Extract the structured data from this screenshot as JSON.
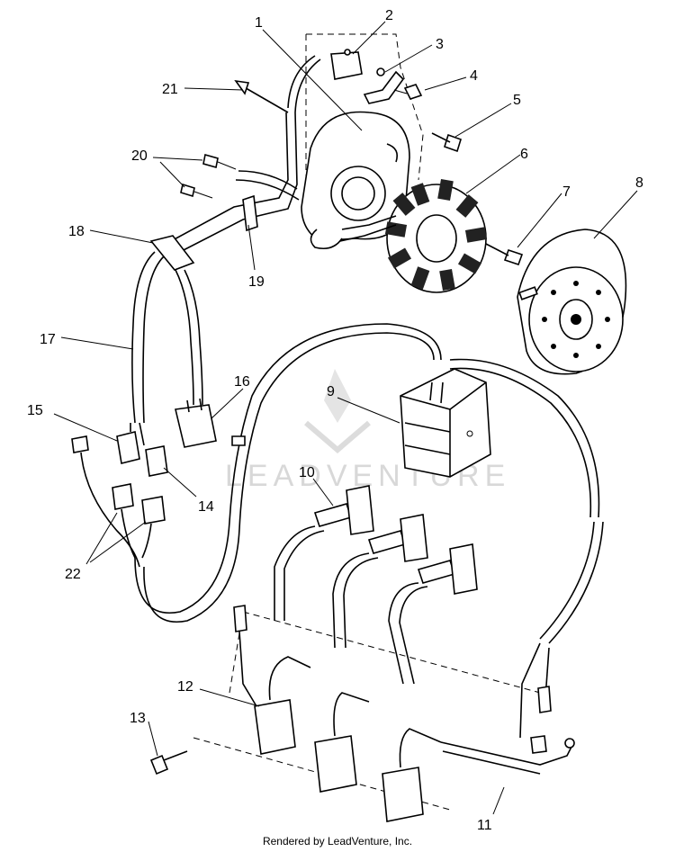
{
  "diagram": {
    "callouts": [
      {
        "id": "1",
        "label": "1"
      },
      {
        "id": "2",
        "label": "2"
      },
      {
        "id": "3",
        "label": "3"
      },
      {
        "id": "4",
        "label": "4"
      },
      {
        "id": "5",
        "label": "5"
      },
      {
        "id": "6",
        "label": "6"
      },
      {
        "id": "7",
        "label": "7"
      },
      {
        "id": "8",
        "label": "8"
      },
      {
        "id": "9",
        "label": "9"
      },
      {
        "id": "10",
        "label": "10"
      },
      {
        "id": "11",
        "label": "11"
      },
      {
        "id": "12",
        "label": "12"
      },
      {
        "id": "13",
        "label": "13"
      },
      {
        "id": "14",
        "label": "14"
      },
      {
        "id": "15",
        "label": "15"
      },
      {
        "id": "16",
        "label": "16"
      },
      {
        "id": "17",
        "label": "17"
      },
      {
        "id": "18",
        "label": "18"
      },
      {
        "id": "19",
        "label": "19"
      },
      {
        "id": "20",
        "label": "20"
      },
      {
        "id": "21",
        "label": "21"
      },
      {
        "id": "22",
        "label": "22"
      }
    ],
    "watermark": "LEADVENTURE",
    "footer": "Rendered by LeadVenture, Inc."
  }
}
